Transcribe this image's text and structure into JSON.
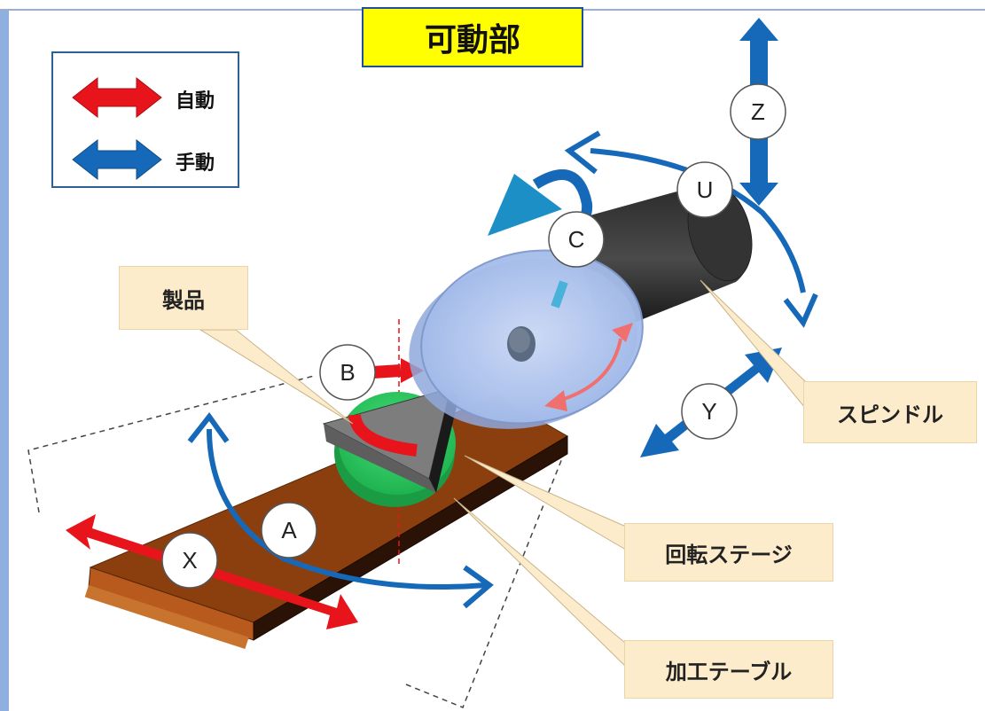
{
  "title": "可動部",
  "legend": {
    "auto_label": "自動",
    "manual_label": "手動",
    "auto_color": "#e8141c",
    "manual_color": "#1669b8"
  },
  "callouts": {
    "product": "製品",
    "spindle": "スピンドル",
    "rotary_stage": "回転ステージ",
    "work_table": "加工テーブル"
  },
  "axes": {
    "z": "Z",
    "u": "U",
    "c": "C",
    "b": "B",
    "y": "Y",
    "a": "A",
    "x": "X"
  }
}
